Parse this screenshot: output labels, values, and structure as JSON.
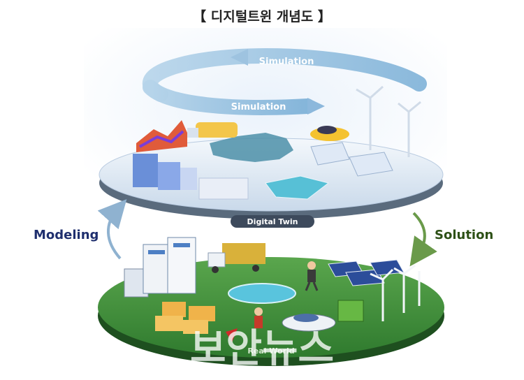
{
  "diagram": {
    "title": "【 디지털트윈 개념도 】",
    "labels": {
      "simulation_top": "Simulation",
      "simulation_bottom": "Simulation",
      "digital_twin": "Digital Twin",
      "modeling": "Modeling",
      "solution": "Solution",
      "real_world": "Real World"
    },
    "watermark": "보안뉴스"
  },
  "colors": {
    "modeling": "#1f2f6e",
    "solution": "#2d5016",
    "digital_platform": "#dfe9f5",
    "real_platform": "#3f8f3c",
    "simulation_arrow": "#9ec3e0"
  }
}
